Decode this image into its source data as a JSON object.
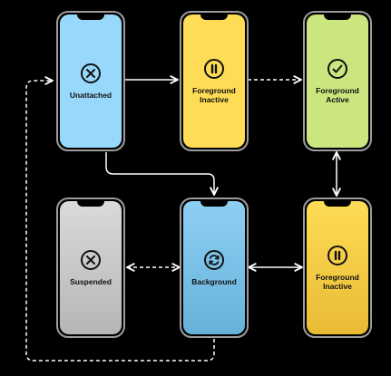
{
  "colors": {
    "unattached": "#98d9fb",
    "foreground_inactive": "#fedc55",
    "foreground_active": "#cbe67f",
    "suspended": "#c8c8c8",
    "background": "#7cc3e8",
    "connector": "#ffffff"
  },
  "states": {
    "unattached": {
      "label": "Unattached",
      "icon": "x-circle-icon"
    },
    "foreground_inactive_top": {
      "label": "Foreground\nInactive",
      "icon": "pause-circle-icon"
    },
    "foreground_active": {
      "label": "Foreground\nActive",
      "icon": "checkmark-circle-icon"
    },
    "suspended": {
      "label": "Suspended",
      "icon": "x-circle-icon"
    },
    "background": {
      "label": "Background",
      "icon": "refresh-circle-icon"
    },
    "foreground_inactive_bottom": {
      "label": "Foreground\nInactive",
      "icon": "pause-circle-icon"
    }
  }
}
